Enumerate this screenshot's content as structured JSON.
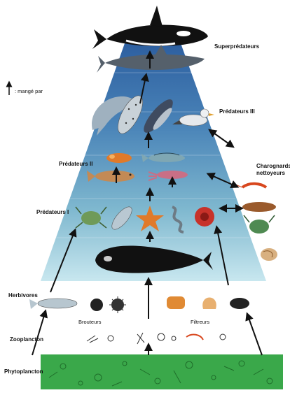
{
  "legend": {
    "arrow_text": ": mangé par"
  },
  "levels": {
    "superpredateurs": "Superprédateurs",
    "predateurs_iii": "Prédateurs III",
    "predateurs_ii": "Prédateurs II",
    "predateurs_i": "Prédateurs I",
    "charognards_line1": "Charognards",
    "charognards_line2": "nettoyeurs",
    "herbivores": "Herbivores",
    "brouteurs": "Brouteurs",
    "filtreurs": "Filtreurs",
    "zooplancton": "Zooplancton",
    "phytoplancton": "Phytoplancton"
  },
  "colors": {
    "pyramid_top": "#2d5fa0",
    "pyramid_bottom": "#bfe3ee",
    "phyto_band": "#3aa84a",
    "animal_dark": "#1a1a1a",
    "orange_animal": "#e07a2a",
    "green_animal": "#5a9a50"
  }
}
